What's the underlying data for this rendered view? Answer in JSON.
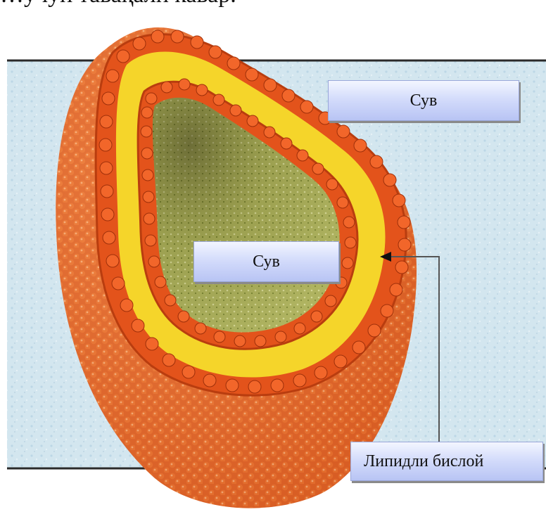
{
  "header": {
    "text": "…учун тавақали кавар."
  },
  "labels": {
    "water_outside": "Сув",
    "water_inside": "Сув",
    "lipid_bilayer": "Липидли бислой"
  },
  "colors": {
    "water": "#cfe3ee",
    "head_orange": "#ef5a1f",
    "tail_yellow": "#f6da2e",
    "interior_green": "#9aa14a",
    "label_box": "#c9d2f7"
  },
  "icons": [
    "liposome-illustration",
    "arrow-icon"
  ]
}
